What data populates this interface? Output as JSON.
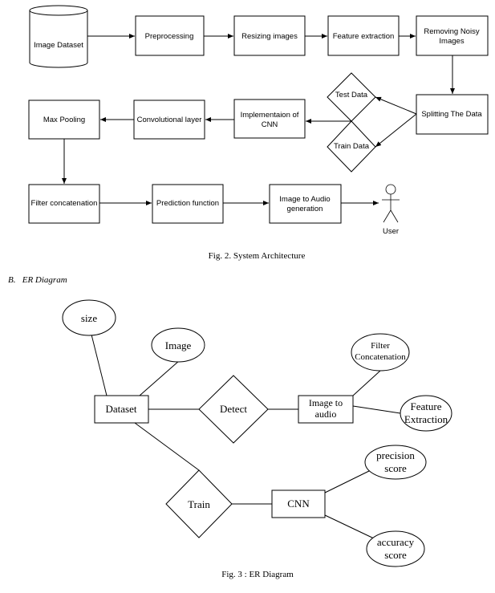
{
  "architecture": {
    "nodes": {
      "image_dataset": "Image Dataset",
      "preprocessing": "Preprocessing",
      "resizing": "Resizing images",
      "feature_extraction": "Feature extraction",
      "removing_noisy_1": "Removing Noisy",
      "removing_noisy_2": "Images",
      "splitting": "Splitting The Data",
      "test_data": "Test Data",
      "train_data": "Train Data",
      "implementation_1": "Implementaion of",
      "implementation_2": "CNN",
      "convolutional": "Convolutional layer",
      "max_pooling": "Max Pooling",
      "filter_concat": "Filter concatenation",
      "prediction": "Prediction function",
      "image_to_audio_1": "Image to Audio",
      "image_to_audio_2": "generation",
      "user": "User"
    },
    "caption": "Fig. 2. System Architecture"
  },
  "section_heading": "B.   ER Diagram",
  "er": {
    "size": "size",
    "image": "Image",
    "dataset": "Dataset",
    "detect": "Detect",
    "image_to_audio_1": "Image to",
    "image_to_audio_2": "audio",
    "filter_concat_1": "Filter",
    "filter_concat_2": "Concatenation",
    "feature_extraction_1": "Feature",
    "feature_extraction_2": "Extraction",
    "train": "Train",
    "cnn": "CNN",
    "precision_1": "precision",
    "precision_2": "score",
    "accuracy_1": "accuracy",
    "accuracy_2": "score",
    "caption": "Fig. 3 : ER Diagram"
  }
}
